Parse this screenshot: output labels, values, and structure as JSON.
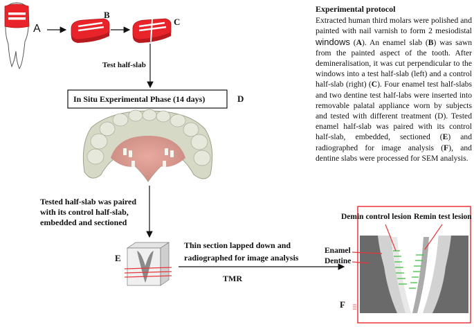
{
  "labels": {
    "a": "A",
    "b": "B",
    "c": "C",
    "d": "D",
    "e": "E",
    "f": "F"
  },
  "flow": {
    "test_half_slab": "Test half-slab",
    "in_situ_phase": "In Situ Experimental Phase (14 days)",
    "tested_paired_line1": "Tested half-slab was paired",
    "tested_paired_line2": "with its control half-slab,",
    "tested_paired_line3": "embedded and sectioned",
    "thin_section_line1": "Thin section lapped down and",
    "thin_section_line2": "radiographed for image analysis",
    "tmr": "TMR"
  },
  "panel_f": {
    "demin_control_lesion": "Demin control lesion",
    "remin_test_lesion": "Remin test lesion",
    "enamel": "Enamel",
    "dentine": "Dentine"
  },
  "protocol": {
    "title": "Experimental protocol",
    "p1": "Extracted human third molars were polished and painted with nail varnish to form 2 mesiodistal ",
    "windows": "windows",
    "p2": " (",
    "p2b": "A",
    "p3": "). An enamel slab (",
    "p3b": "B",
    "p4": ") was sawn from the painted aspect of the tooth. After demineralisation, it was cut perpendicular to the windows into a test half-slab (left) and a control half-slab (right) (",
    "p4b": "C",
    "p5": "). Four enamel test half-slabs and two dentine test half-labs were inserted into removable palatal appliance worn by subjects and tested with different treatment (D). Tested enamel half-slab was paired with its control half-slab, embedded, sectioned (",
    "p5b": "E",
    "p6": ") and radiographed for image analysis (",
    "p6b": "F",
    "p7": "), and dentine slabs were processed for SEM analysis."
  },
  "colors": {
    "slab_red": "#e8232a",
    "frame_red": "#e8353a",
    "lesion_green": "#4ec24e",
    "enamel_grey": "#d2d2d2",
    "dentine_grey": "#6a6a6a"
  }
}
